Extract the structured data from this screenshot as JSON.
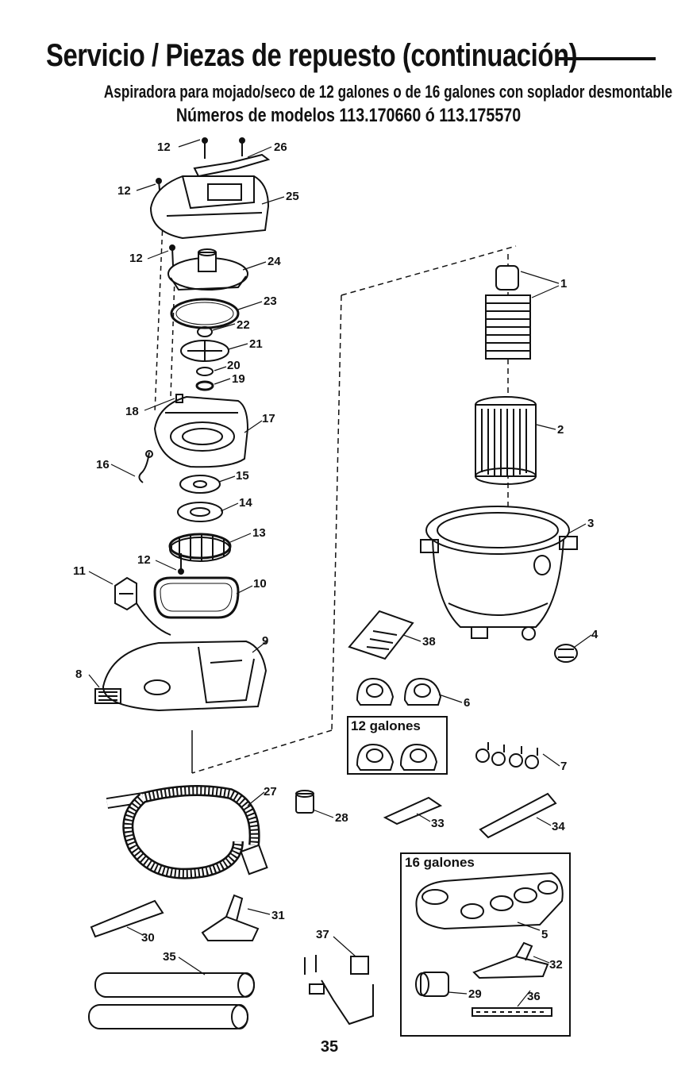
{
  "header": {
    "title": "Servicio / Piezas de repuesto (continuación)",
    "subtitle": "Aspiradora para mojado/seco de 12 galones o de 16 galones con soplador desmontable",
    "models": "Números de modelos 113.170660 ó 113.175570"
  },
  "boxes": {
    "small": "12 galones",
    "large": "16 galones"
  },
  "parts": {
    "p1": "1",
    "p2": "2",
    "p3": "3",
    "p4": "4",
    "p5": "5",
    "p6": "6",
    "p7": "7",
    "p8": "8",
    "p9": "9",
    "p10": "10",
    "p11": "11",
    "p12": "12",
    "p13": "13",
    "p14": "14",
    "p15": "15",
    "p16": "16",
    "p17": "17",
    "p18": "18",
    "p19": "19",
    "p20": "20",
    "p21": "21",
    "p22": "22",
    "p23": "23",
    "p24": "24",
    "p25": "25",
    "p26": "26",
    "p27": "27",
    "p28": "28",
    "p29": "29",
    "p30": "30",
    "p31": "31",
    "p32": "32",
    "p33": "33",
    "p34": "34",
    "p35": "35",
    "p36": "36",
    "p37": "37",
    "p38": "38"
  },
  "footer": {
    "page_number": "35"
  }
}
